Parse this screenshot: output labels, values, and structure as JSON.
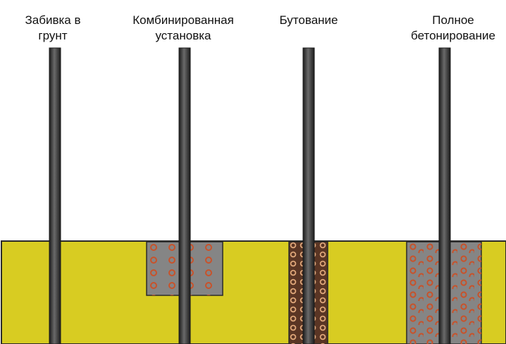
{
  "labels": {
    "driving": "Забивка в\nгрунт",
    "combined": "Комбинированная\nустановка",
    "rubble": "Бутование",
    "full_concrete": "Полное\nбетонирование"
  },
  "colors": {
    "soil": "#d8cc22",
    "concrete": "#858585",
    "rubble_fill": "#5a3524",
    "pebble_on_concrete": "#c8522a",
    "pebble_on_rubble": "#e0a77a",
    "pole": "#3a3a3a"
  }
}
